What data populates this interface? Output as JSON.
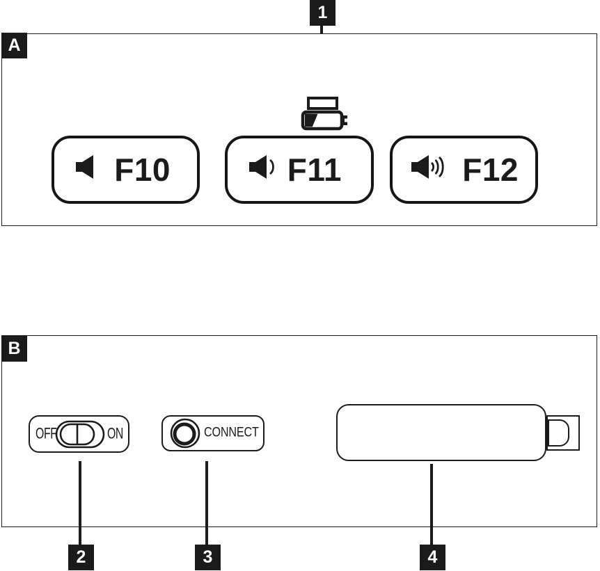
{
  "colors": {
    "ink": "#1b1b1b",
    "paper": "#ffffff"
  },
  "callouts": {
    "battery_indicator": "1",
    "power_switch": "2",
    "connect_button": "3",
    "usb_receiver": "4"
  },
  "panel_a": {
    "label": "A",
    "keys": [
      {
        "label": "F10",
        "icon": "volume-mute-icon"
      },
      {
        "label": "F11",
        "icon": "volume-down-icon"
      },
      {
        "label": "F12",
        "icon": "volume-up-icon"
      }
    ]
  },
  "panel_b": {
    "label": "B",
    "power_switch": {
      "off_label": "OFF",
      "on_label": "ON"
    },
    "connect_button": {
      "label": "CONNECT"
    }
  }
}
